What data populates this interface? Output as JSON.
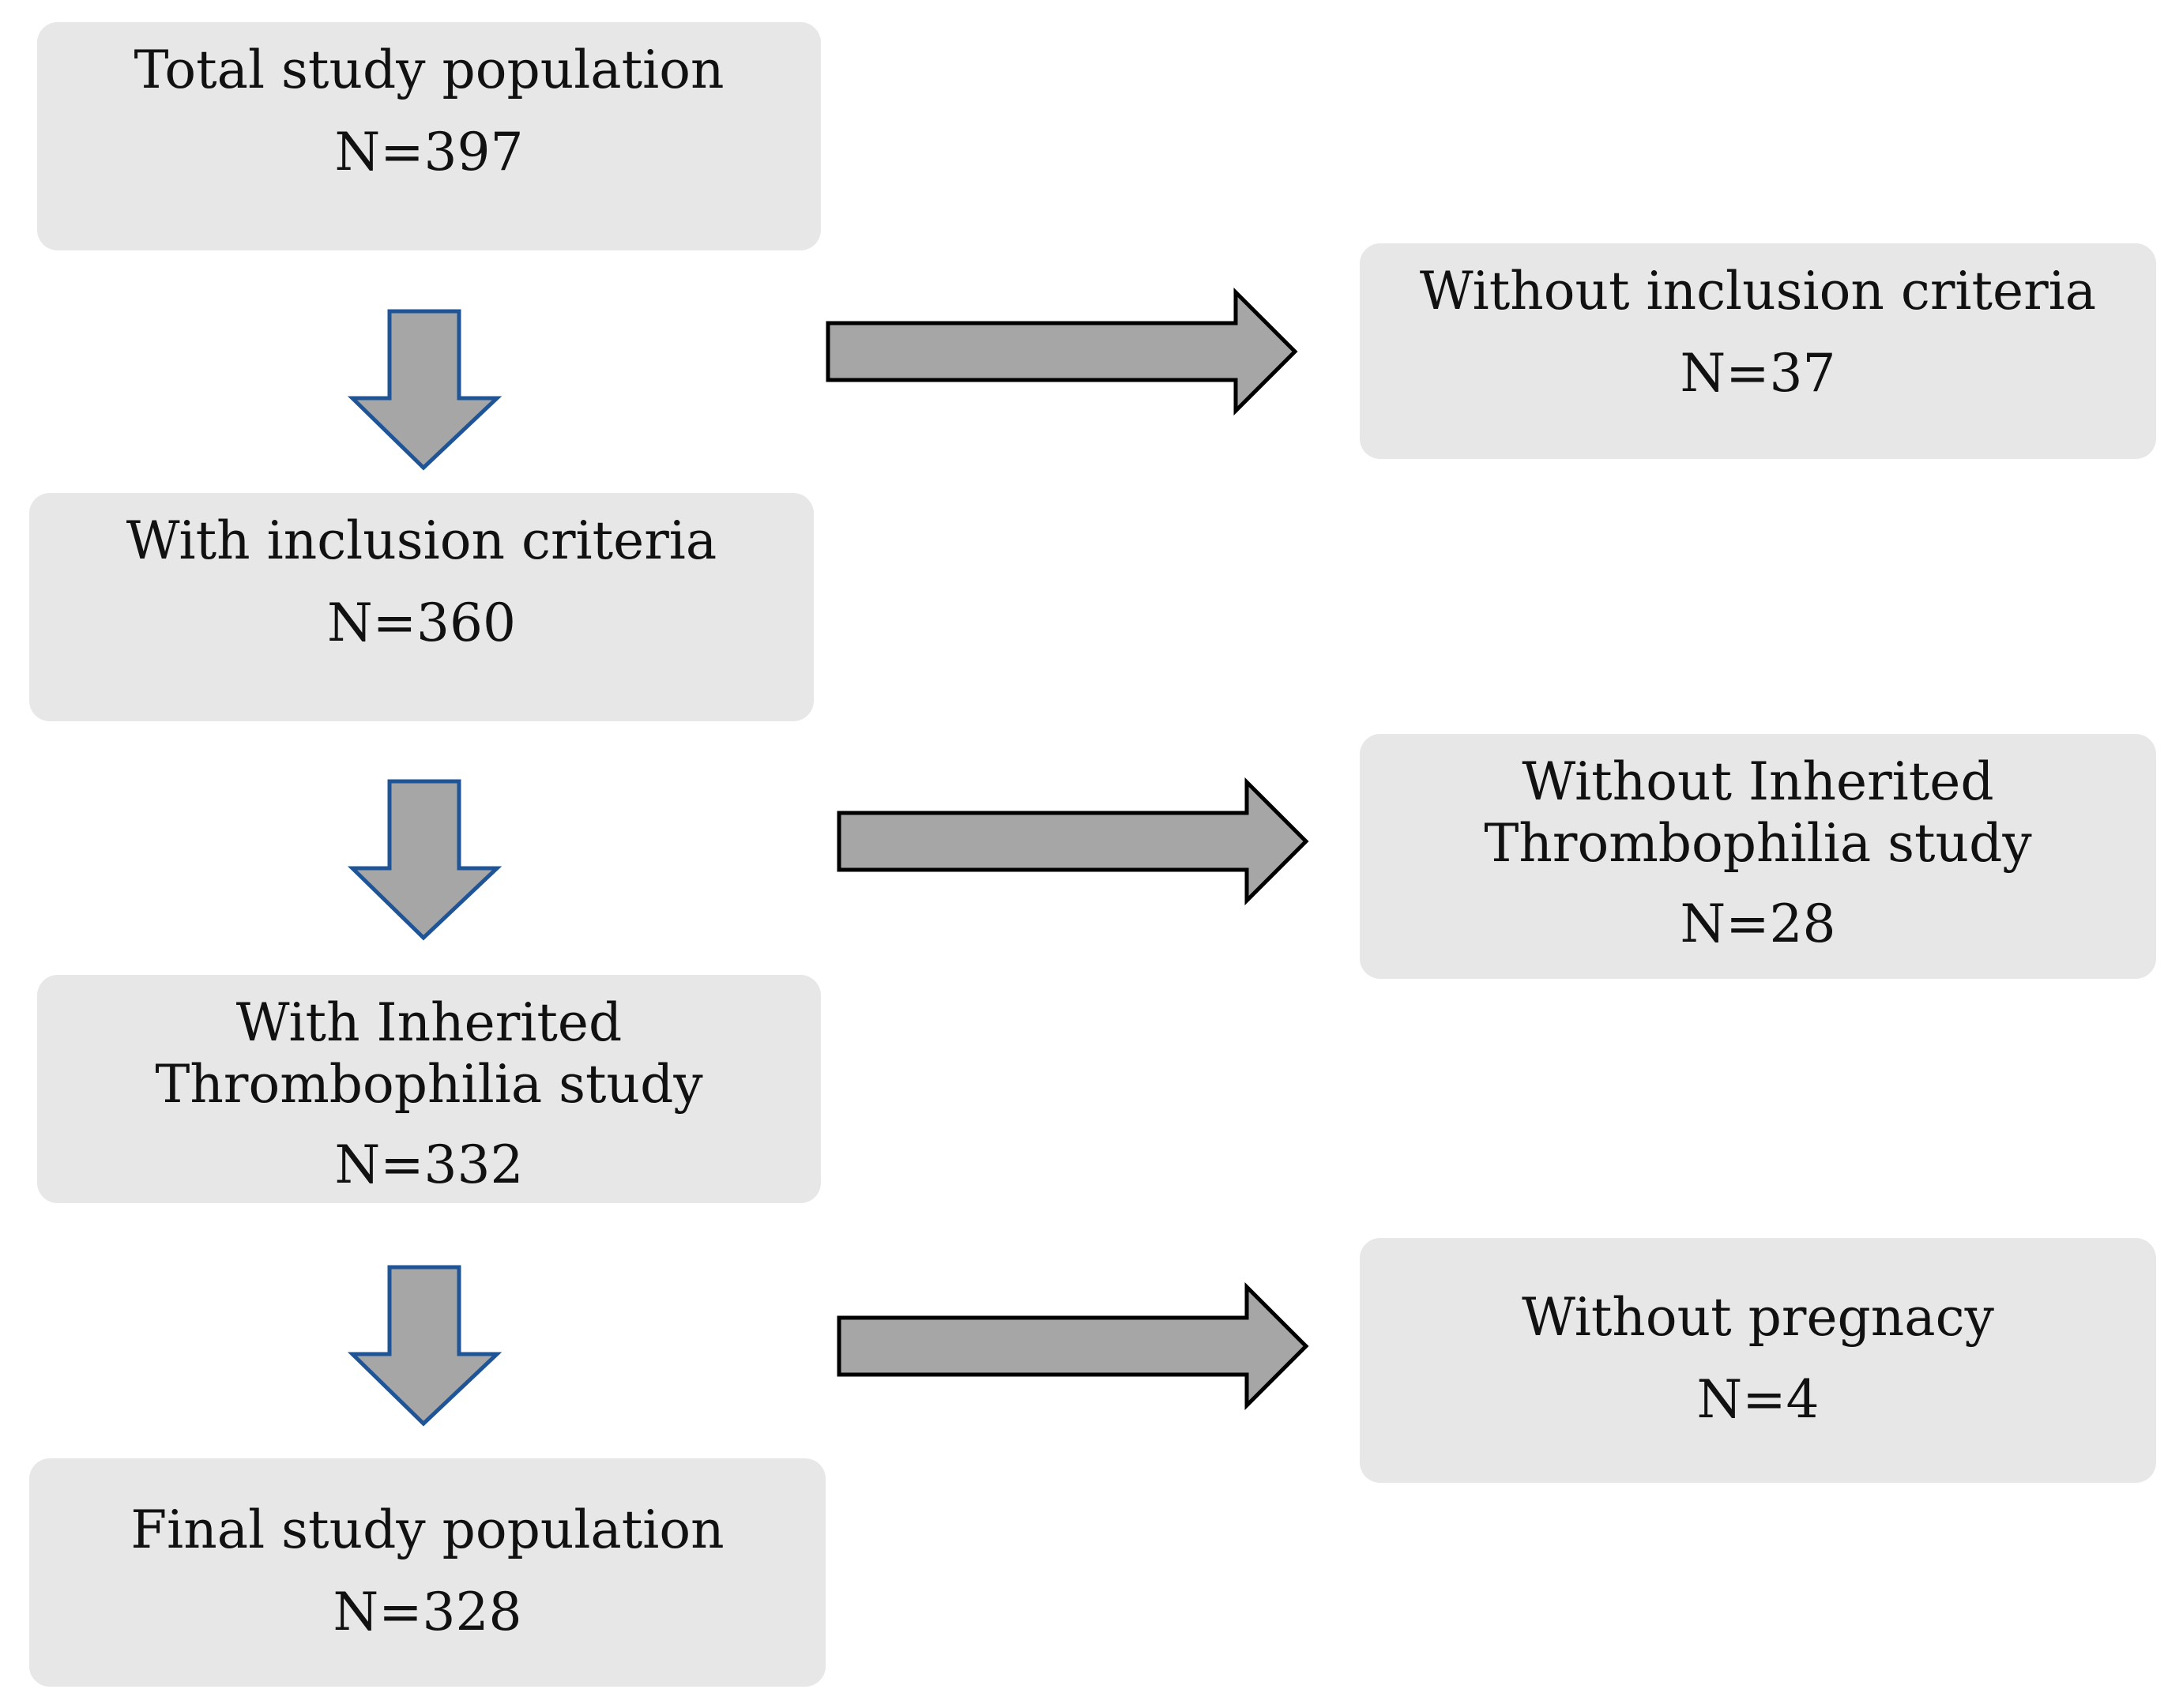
{
  "boxes": {
    "total": {
      "label": "Total study population",
      "count": "N=397"
    },
    "with_inclusion": {
      "label": "With inclusion criteria",
      "count": "N=360"
    },
    "with_thrombophilia": {
      "label": "With Inherited\nThrombophilia study",
      "count": "N=332"
    },
    "final": {
      "label": "Final study population",
      "count": "N=328"
    },
    "without_inclusion": {
      "label": "Without inclusion criteria",
      "count": "N=37"
    },
    "without_thrombophilia": {
      "label": "Without Inherited\nThrombophilia study",
      "count": "N=28"
    },
    "without_pregnancy": {
      "label": "Without pregnacy",
      "count": "N=4"
    }
  },
  "colors": {
    "box_fill": "#e7e7e7",
    "arrow_fill": "#a6a6a6",
    "down_arrow_stroke": "#1f5597",
    "right_arrow_stroke": "#000000"
  }
}
